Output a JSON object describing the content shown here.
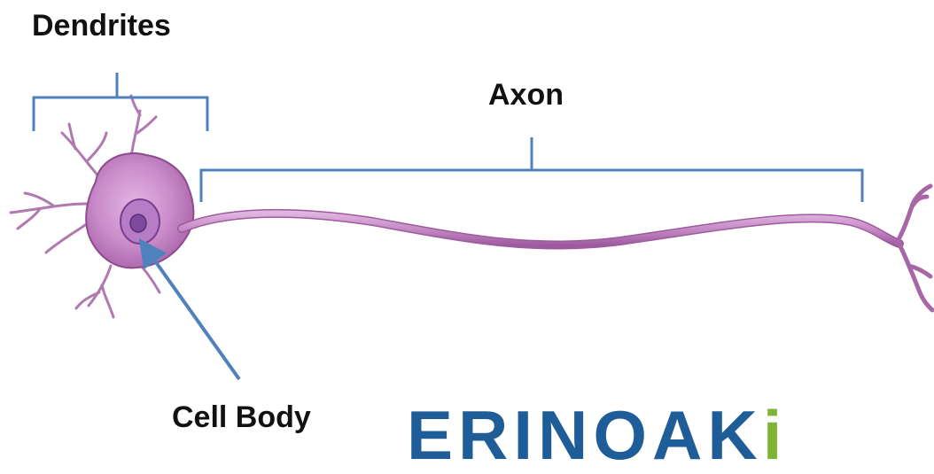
{
  "labels": {
    "dendrites": "Dendrites",
    "axon": "Axon",
    "cell_body": "Cell Body"
  },
  "logo": {
    "main_text": "ERINOAK",
    "accent_text": "i",
    "main_color": "#1e5d97",
    "accent_color": "#7fb437"
  },
  "colors": {
    "bracket": "#4f81bd",
    "arrow": "#4f81bd",
    "neuron_body": "#c98ac9",
    "neuron_outline": "#8e4b8e",
    "nucleus": "#9a59b5",
    "background": "#ffffff"
  }
}
